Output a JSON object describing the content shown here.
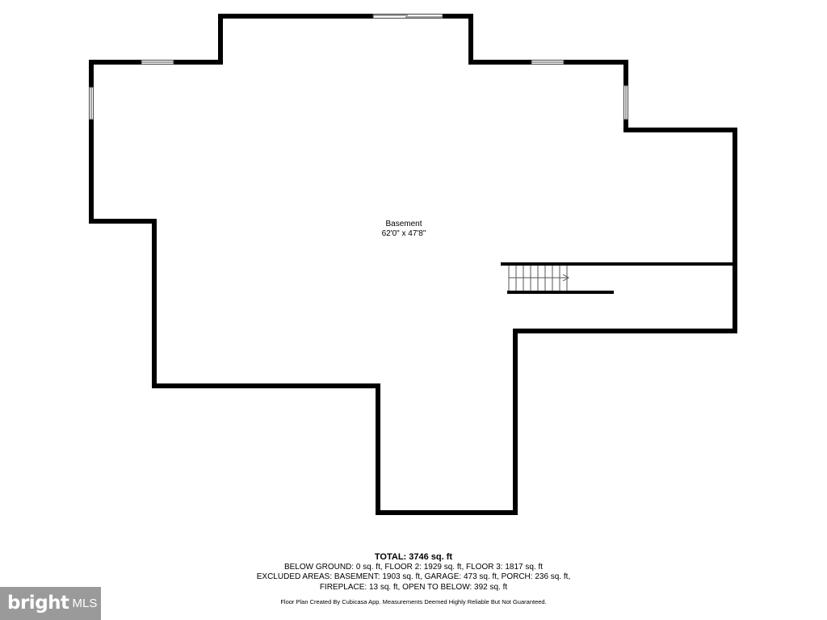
{
  "floor_plan": {
    "rooms": [
      {
        "name": "Basement",
        "dimensions": "62'0\" x 47'8\""
      }
    ],
    "wall_color": "#000000",
    "window_color": "#ffffff"
  },
  "summary": {
    "total": "TOTAL: 3746 sq. ft",
    "lines": [
      "BELOW GROUND: 0 sq. ft, FLOOR 2: 1929 sq. ft, FLOOR 3: 1817 sq. ft",
      "EXCLUDED AREAS: BASEMENT: 1903 sq. ft, GARAGE: 473 sq. ft, PORCH: 236 sq. ft,",
      "FIREPLACE: 13 sq. ft, OPEN TO BELOW: 392 sq. ft"
    ]
  },
  "credit": "Floor Plan Created By Cubicasa App. Measurements Deemed Highly Reliable But Not Guaranteed.",
  "brand": {
    "name": "bright",
    "suffix": "MLS",
    "background": "#9a9a9a",
    "icon": "bright-mls-logo-icon"
  }
}
